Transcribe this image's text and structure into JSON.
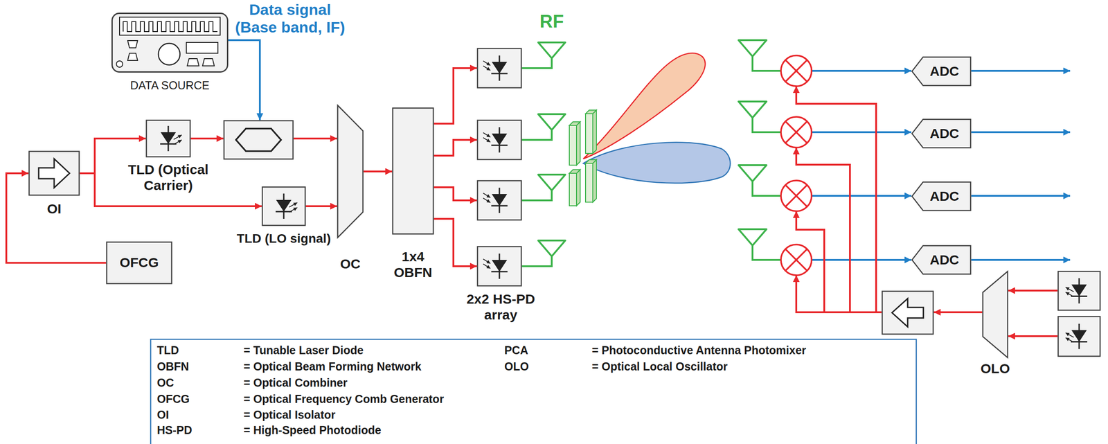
{
  "diagram": {
    "nodes": [
      {
        "text": [
          "DATA SOURCE"
        ]
      },
      {
        "text": [
          "OI"
        ]
      },
      {
        "text": [
          "TLD (Optical Carrier)"
        ]
      },
      {
        "text": [
          "TLD (LO signal)"
        ]
      },
      {
        "text": [
          "OFCG"
        ]
      },
      {
        "text": [
          "OC"
        ]
      },
      {
        "text": [
          "1x4 OBFN"
        ]
      },
      {
        "text": [
          "ADC"
        ]
      },
      {
        "text": [
          "ADC"
        ]
      },
      {
        "text": [
          "ADC"
        ]
      },
      {
        "text": [
          "ADC"
        ]
      },
      {
        "text": [
          "OLO"
        ]
      }
    ],
    "edges": [
      {
        "from": 4,
        "to": 1,
        "arrow": "to"
      },
      {
        "from": 1,
        "to": 2,
        "arrow": "to"
      },
      {
        "from": 1,
        "to": 3,
        "arrow": "to"
      },
      {
        "from": 3,
        "to": 5,
        "arrow": "to"
      },
      {
        "from": 5,
        "to": 6,
        "arrow": "to"
      }
    ],
    "labels": [
      "Data signal (Base band, IF)",
      "RF",
      "2x2 HS-PD array",
      "TLD",
      "= Tunable Laser Diode",
      "PCA",
      "=  Photoconductive Antenna Photomixer",
      "OBFN",
      "= Optical Beam Forming Network",
      "OLO",
      "= Optical Local Oscillator",
      "OC",
      "= Optical Combiner",
      "OFCG",
      "= Optical Frequency Comb Generator",
      "OI",
      "= Optical Isolator",
      "HS-PD",
      "= High-Speed Photodiode"
    ]
  }
}
